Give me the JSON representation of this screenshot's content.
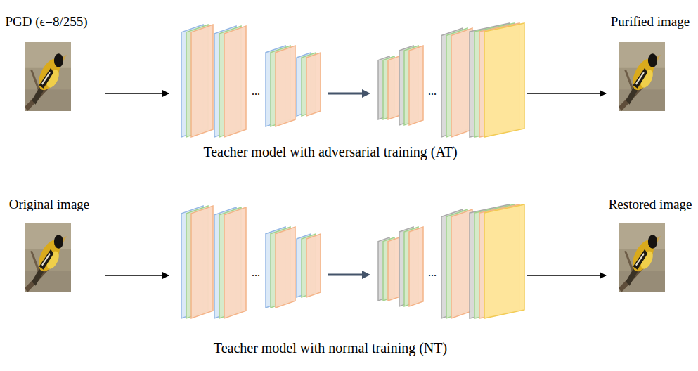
{
  "diagram": {
    "nodes": [
      {
        "text": [
          "PGD (ϵ=8/255)"
        ]
      },
      {
        "text": [
          "Teacher model with adversarial training (AT)"
        ]
      },
      {
        "text": [
          "Purified image"
        ]
      },
      {
        "text": [
          "Original image"
        ]
      },
      {
        "text": [
          "Teacher model with normal training (NT)"
        ]
      },
      {
        "text": [
          "Restored image"
        ]
      }
    ],
    "edges": [
      {
        "from": 0,
        "to": 1,
        "arrow": "to"
      },
      {
        "from": 1,
        "to": 2,
        "arrow": "to"
      },
      {
        "from": 3,
        "to": 4,
        "arrow": "to"
      },
      {
        "from": 4,
        "to": 5,
        "arrow": "to"
      }
    ],
    "labels": [
      "...",
      "...",
      "...",
      "..."
    ]
  }
}
